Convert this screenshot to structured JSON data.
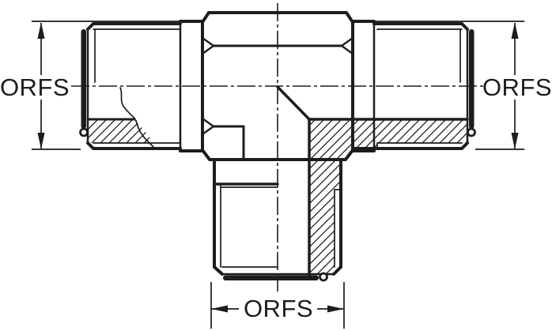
{
  "drawing": {
    "background": "#ffffff",
    "line_color": "#1d1d1d",
    "labels": {
      "left_dimension": "ORFS",
      "right_dimension": "ORFS",
      "bottom_dimension": "ORFS"
    }
  }
}
